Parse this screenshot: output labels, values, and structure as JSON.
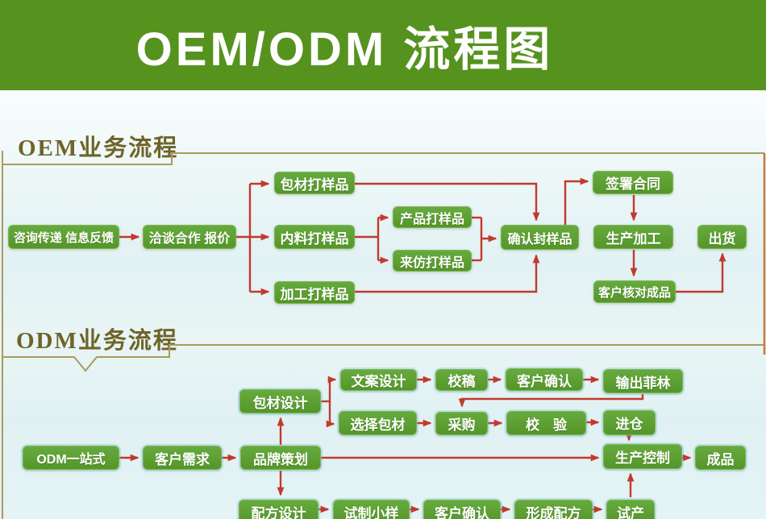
{
  "header": {
    "title": "OEM/ODM 流程图"
  },
  "colors": {
    "banner_green": "#56921e",
    "node_green": "#5a9e33",
    "arrow_red": "#c2392d",
    "frame_gold": "#ab9b5b",
    "heading_text": "#6e6428"
  },
  "oem": {
    "heading": "OEM业务流程",
    "nodes": {
      "consult": "咨询传递 信息反馈",
      "negotiate": "洽谈合作 报价",
      "pack_sample": "包材打样品",
      "inner_sample": "内料打样品",
      "process_sample": "加工打样品",
      "product_sample": "产品打样品",
      "imitation_sample": "来仿打样品",
      "confirm_seal": "确认封样品",
      "sign_contract": "签署合同",
      "production": "生产加工",
      "ship": "出货",
      "check_finished": "客户核对成品"
    },
    "edges": [
      "咨询传递 信息反馈→洽谈合作 报价",
      "洽谈合作 报价→包材打样品",
      "洽谈合作 报价→内料打样品",
      "洽谈合作 报价→加工打样品",
      "内料打样品→产品打样品",
      "内料打样品→来仿打样品",
      "包材打样品→确认封样品",
      "产品打样品→确认封样品",
      "来仿打样品→确认封样品",
      "加工打样品→确认封样品",
      "确认封样品→签署合同",
      "签署合同→生产加工",
      "生产加工→客户核对成品",
      "客户核对成品→出货"
    ]
  },
  "odm": {
    "heading": "ODM业务流程",
    "nodes": {
      "one_stop": "ODM一站式",
      "customer_need": "客户需求",
      "brand_planning": "品牌策划",
      "pack_design": "包材设计",
      "copy_design": "文案设计",
      "proofreading": "校稿",
      "customer_confirm_1": "客户确认",
      "output_film": "输出菲林",
      "select_pack": "选择包材",
      "purchase": "采购",
      "verify": "校　验",
      "warehouse": "进仓",
      "prod_control": "生产控制",
      "finished": "成品",
      "formula_design": "配方设计",
      "trial_sample": "试制小样",
      "customer_confirm_2": "客户确认",
      "form_formula": "形成配方",
      "trial_production": "试产"
    },
    "edges": [
      "ODM一站式→客户需求",
      "客户需求→品牌策划",
      "品牌策划→包材设计",
      "品牌策划→配方设计",
      "品牌策划→生产控制",
      "包材设计→文案设计",
      "包材设计→选择包材",
      "文案设计→校稿",
      "校稿→客户确认",
      "客户确认→输出菲林",
      "输出菲林→采购",
      "选择包材→采购",
      "采购→校验",
      "校验→进仓",
      "进仓→生产控制",
      "配方设计→试制小样",
      "试制小样→客户确认",
      "客户确认→形成配方",
      "形成配方→试产",
      "试产→生产控制",
      "生产控制→成品"
    ]
  }
}
